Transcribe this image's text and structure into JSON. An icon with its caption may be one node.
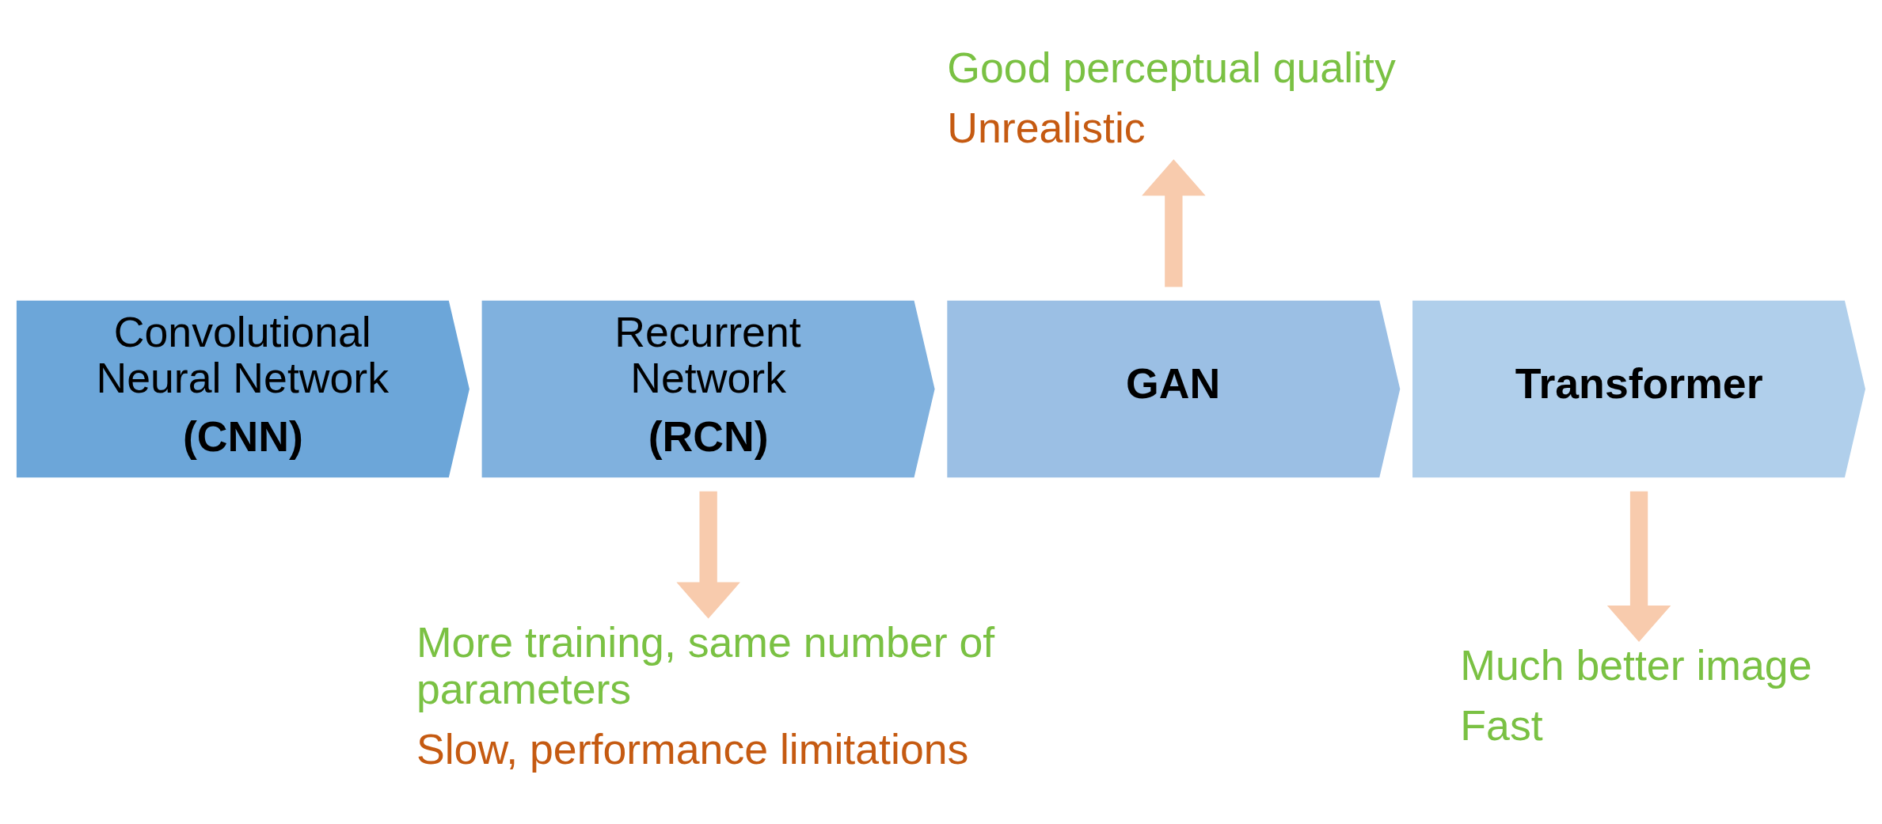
{
  "diagram": {
    "nodes": [
      {
        "text": [
          "Good perceptual quality",
          "Unrealistic"
        ]
      },
      {
        "text": [
          "Convolutional Neural Network",
          "(CNN)"
        ]
      },
      {
        "text": [
          "Recurrent Network",
          "(RCN)"
        ]
      },
      {
        "text": [
          "GAN"
        ]
      },
      {
        "text": [
          "Transformer"
        ]
      },
      {
        "text": [
          "More training, same number of parameters",
          "Slow, performance limitations"
        ]
      },
      {
        "text": [
          "Much better image",
          "Fast"
        ]
      }
    ],
    "edges": [
      {
        "from": 3,
        "to": 0,
        "arrow": "to"
      },
      {
        "from": 2,
        "to": 5,
        "arrow": "to"
      },
      {
        "from": 4,
        "to": 6,
        "arrow": "to"
      }
    ]
  }
}
